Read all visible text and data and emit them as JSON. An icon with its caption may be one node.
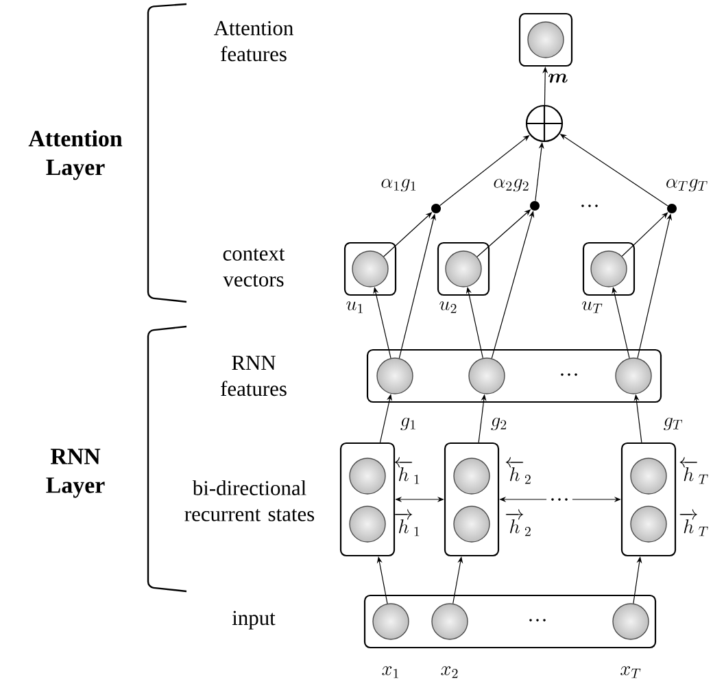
{
  "diagram": {
    "nodes": [
      {
        "text": [],
        "shape": "box"
      },
      {
        "text": [],
        "shape": "circle",
        "in": 0
      },
      {
        "text": [],
        "shape": "circle"
      },
      {
        "text": [],
        "shape": "circle"
      },
      {
        "text": [],
        "shape": "circle"
      },
      {
        "text": [],
        "shape": "circle"
      },
      {
        "text": [],
        "shape": "box",
        "beside": [
          "u_1"
        ]
      },
      {
        "text": [],
        "shape": "circle",
        "in": 6
      },
      {
        "text": [],
        "shape": "box",
        "beside": [
          "u_2"
        ]
      },
      {
        "text": [],
        "shape": "circle",
        "in": 8
      },
      {
        "text": [],
        "shape": "box",
        "beside": [
          "u_T"
        ]
      },
      {
        "text": [],
        "shape": "circle",
        "in": 10
      },
      {
        "text": [],
        "shape": "box"
      },
      {
        "text": [],
        "shape": "circle",
        "in": 12,
        "beside": [
          "g_1"
        ]
      },
      {
        "text": [],
        "shape": "circle",
        "in": 12,
        "beside": [
          "g_2"
        ]
      },
      {
        "text": [],
        "shape": "circle",
        "in": 12,
        "beside": [
          "g_T"
        ]
      },
      {
        "text": [],
        "shape": "box"
      },
      {
        "text": [],
        "shape": "circle",
        "in": 16,
        "beside": [
          "\\overleftarrow{h}_1"
        ]
      },
      {
        "text": [],
        "shape": "circle",
        "in": 16,
        "beside": [
          "\\overrightarrow{h}_1"
        ]
      },
      {
        "text": [],
        "shape": "box"
      },
      {
        "text": [],
        "shape": "circle",
        "in": 19,
        "beside": [
          "\\overleftarrow{h}_2"
        ]
      },
      {
        "text": [],
        "shape": "circle",
        "in": 19,
        "beside": [
          "\\overrightarrow{h}_2"
        ]
      },
      {
        "text": [],
        "shape": "box"
      },
      {
        "text": [],
        "shape": "circle",
        "in": 22,
        "beside": [
          "\\overleftarrow{h}_T"
        ]
      },
      {
        "text": [],
        "shape": "circle",
        "in": 22,
        "beside": [
          "\\overrightarrow{h}_T"
        ]
      },
      {
        "text": [],
        "shape": "box"
      },
      {
        "text": [],
        "shape": "circle",
        "in": 25,
        "beside": [
          "x_1"
        ]
      },
      {
        "text": [],
        "shape": "circle",
        "in": 25,
        "beside": [
          "x_2"
        ]
      },
      {
        "text": [],
        "shape": "circle",
        "in": 25,
        "beside": [
          "x_T"
        ]
      }
    ],
    "edges": [
      {
        "from": 26,
        "to": 16,
        "arrow": "to"
      },
      {
        "from": 27,
        "to": 19,
        "arrow": "to"
      },
      {
        "from": 28,
        "to": 22,
        "arrow": "to"
      },
      {
        "from": 16,
        "to": 19,
        "arrow": "both"
      },
      {
        "from": 19,
        "to": 22,
        "arrow": "both",
        "label": "…"
      },
      {
        "from": 16,
        "to": 13,
        "arrow": "to"
      },
      {
        "from": 19,
        "to": 14,
        "arrow": "to"
      },
      {
        "from": 22,
        "to": 15,
        "arrow": "to"
      },
      {
        "from": 13,
        "to": 7,
        "arrow": "to"
      },
      {
        "from": 14,
        "to": 9,
        "arrow": "to"
      },
      {
        "from": 15,
        "to": 11,
        "arrow": "to"
      },
      {
        "from": 13,
        "to": 3,
        "arrow": "to"
      },
      {
        "from": 14,
        "to": 4,
        "arrow": "to"
      },
      {
        "from": 15,
        "to": 5,
        "arrow": "to"
      },
      {
        "from": 7,
        "to": 3,
        "arrow": "to"
      },
      {
        "from": 9,
        "to": 4,
        "arrow": "to"
      },
      {
        "from": 11,
        "to": 5,
        "arrow": "to"
      },
      {
        "from": 3,
        "to": 2,
        "arrow": "to",
        "label": "\\alpha_1 g_1"
      },
      {
        "from": 4,
        "to": 2,
        "arrow": "to",
        "label": "\\alpha_2 g_2"
      },
      {
        "from": 5,
        "to": 2,
        "arrow": "to",
        "label": "\\alpha_T g_T"
      },
      {
        "from": 2,
        "to": 0,
        "arrow": "to",
        "label": "\\boldsymbol{m}"
      }
    ],
    "labels": [
      "Attention features",
      "Attention Layer",
      "…",
      "context vectors",
      "RNN features",
      "…",
      "RNN Layer",
      "bi-directional recurrent states",
      "input",
      "…"
    ]
  }
}
